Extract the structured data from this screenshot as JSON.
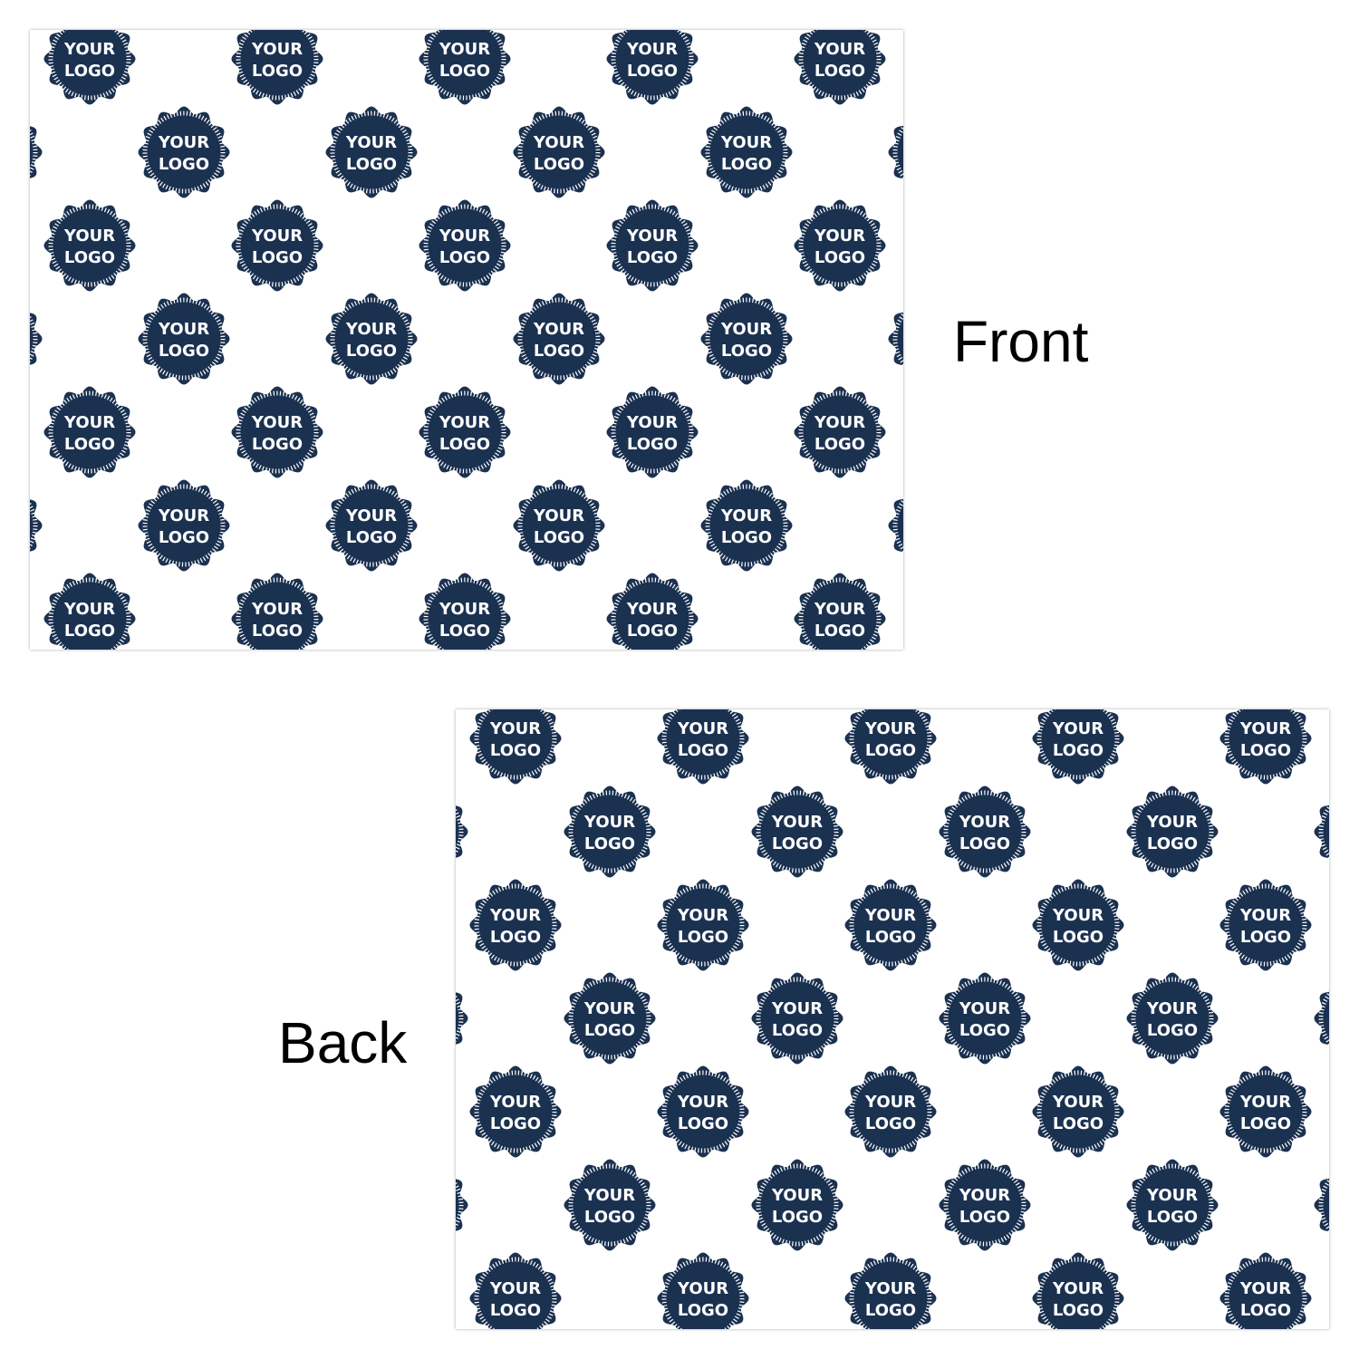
{
  "front": {
    "label": "Front"
  },
  "back": {
    "label": "Back"
  },
  "logo": {
    "line1": "YOUR",
    "line2": "LOGO"
  },
  "colors": {
    "badge": "#1b3150",
    "text": "#ffffff",
    "background": "#ffffff"
  }
}
